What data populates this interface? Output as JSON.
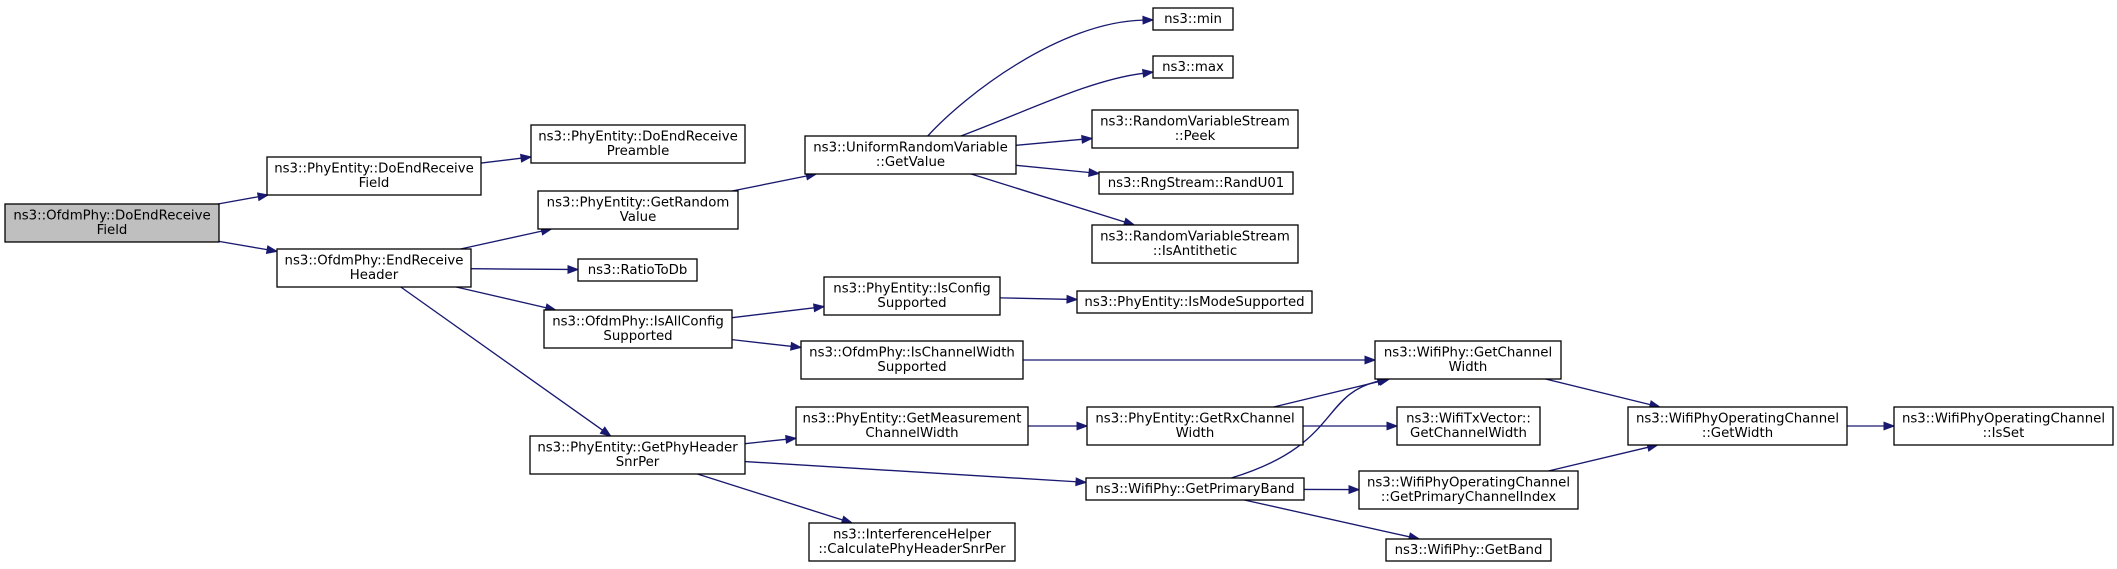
{
  "colors": {
    "edge": "#191970",
    "root_fill": "#bfbfbf",
    "node_fill": "#ffffff",
    "node_border": "#000000"
  },
  "nodes": [
    {
      "id": "root",
      "lines": [
        "ns3::OfdmPhy::DoEndReceive",
        "Field"
      ]
    },
    {
      "id": "pe_doendreceivefield",
      "lines": [
        "ns3::PhyEntity::DoEndReceive",
        "Field"
      ]
    },
    {
      "id": "pe_doendreceivepreamble",
      "lines": [
        "ns3::PhyEntity::DoEndReceive",
        "Preamble"
      ]
    },
    {
      "id": "ofdm_endreceiveheader",
      "lines": [
        "ns3::OfdmPhy::EndReceive",
        "Header"
      ]
    },
    {
      "id": "pe_getrandomvalue",
      "lines": [
        "ns3::PhyEntity::GetRandom",
        "Value"
      ]
    },
    {
      "id": "ratiotodb",
      "lines": [
        "ns3::RatioToDb"
      ]
    },
    {
      "id": "ofdm_isallconfigsupported",
      "lines": [
        "ns3::OfdmPhy::IsAllConfig",
        "Supported"
      ]
    },
    {
      "id": "pe_getphyheadersnrper",
      "lines": [
        "ns3::PhyEntity::GetPhyHeader",
        "SnrPer"
      ]
    },
    {
      "id": "urv_getvalue",
      "lines": [
        "ns3::UniformRandomVariable",
        "::GetValue"
      ]
    },
    {
      "id": "min",
      "lines": [
        "ns3::min"
      ]
    },
    {
      "id": "max",
      "lines": [
        "ns3::max"
      ]
    },
    {
      "id": "rvs_peek",
      "lines": [
        "ns3::RandomVariableStream",
        "::Peek"
      ]
    },
    {
      "id": "rngstream_randu01",
      "lines": [
        "ns3::RngStream::RandU01"
      ]
    },
    {
      "id": "rvs_isantithetic",
      "lines": [
        "ns3::RandomVariableStream",
        "::IsAntithetic"
      ]
    },
    {
      "id": "pe_isconfigsupported",
      "lines": [
        "ns3::PhyEntity::IsConfig",
        "Supported"
      ]
    },
    {
      "id": "pe_ismodesupported",
      "lines": [
        "ns3::PhyEntity::IsModeSupported"
      ]
    },
    {
      "id": "ofdm_ischannelwidthsupported",
      "lines": [
        "ns3::OfdmPhy::IsChannelWidth",
        "Supported"
      ]
    },
    {
      "id": "pe_getmeasurementchannelwidth",
      "lines": [
        "ns3::PhyEntity::GetMeasurement",
        "ChannelWidth"
      ]
    },
    {
      "id": "ih_calculatephyheadersnrper",
      "lines": [
        "ns3::InterferenceHelper",
        "::CalculatePhyHeaderSnrPer"
      ]
    },
    {
      "id": "pe_getrxchannelwidth",
      "lines": [
        "ns3::PhyEntity::GetRxChannel",
        "Width"
      ]
    },
    {
      "id": "wp_getprimaryband",
      "lines": [
        "ns3::WifiPhy::GetPrimaryBand"
      ]
    },
    {
      "id": "wp_getchannelwidth",
      "lines": [
        "ns3::WifiPhy::GetChannel",
        "Width"
      ]
    },
    {
      "id": "wtx_getchannelwidth",
      "lines": [
        "ns3::WifiTxVector::",
        "GetChannelWidth"
      ]
    },
    {
      "id": "wpoc_getprimarychannelindex",
      "lines": [
        "ns3::WifiPhyOperatingChannel",
        "::GetPrimaryChannelIndex"
      ]
    },
    {
      "id": "wp_getband",
      "lines": [
        "ns3::WifiPhy::GetBand"
      ]
    },
    {
      "id": "wpoc_getwidth",
      "lines": [
        "ns3::WifiPhyOperatingChannel",
        "::GetWidth"
      ]
    },
    {
      "id": "wpoc_isset",
      "lines": [
        "ns3::WifiPhyOperatingChannel",
        "::IsSet"
      ]
    }
  ],
  "edges": [
    [
      "root",
      "pe_doendreceivefield"
    ],
    [
      "root",
      "ofdm_endreceiveheader"
    ],
    [
      "pe_doendreceivefield",
      "pe_doendreceivepreamble"
    ],
    [
      "ofdm_endreceiveheader",
      "pe_getrandomvalue"
    ],
    [
      "ofdm_endreceiveheader",
      "ratiotodb"
    ],
    [
      "ofdm_endreceiveheader",
      "ofdm_isallconfigsupported"
    ],
    [
      "ofdm_endreceiveheader",
      "pe_getphyheadersnrper"
    ],
    [
      "pe_getrandomvalue",
      "urv_getvalue"
    ],
    [
      "urv_getvalue",
      "min"
    ],
    [
      "urv_getvalue",
      "max"
    ],
    [
      "urv_getvalue",
      "rvs_peek"
    ],
    [
      "urv_getvalue",
      "rngstream_randu01"
    ],
    [
      "urv_getvalue",
      "rvs_isantithetic"
    ],
    [
      "ofdm_isallconfigsupported",
      "pe_isconfigsupported"
    ],
    [
      "ofdm_isallconfigsupported",
      "ofdm_ischannelwidthsupported"
    ],
    [
      "pe_isconfigsupported",
      "pe_ismodesupported"
    ],
    [
      "ofdm_ischannelwidthsupported",
      "wp_getchannelwidth"
    ],
    [
      "pe_getphyheadersnrper",
      "pe_getmeasurementchannelwidth"
    ],
    [
      "pe_getphyheadersnrper",
      "wp_getprimaryband"
    ],
    [
      "pe_getphyheadersnrper",
      "ih_calculatephyheadersnrper"
    ],
    [
      "pe_getmeasurementchannelwidth",
      "pe_getrxchannelwidth"
    ],
    [
      "pe_getrxchannelwidth",
      "wp_getchannelwidth"
    ],
    [
      "pe_getrxchannelwidth",
      "wtx_getchannelwidth"
    ],
    [
      "wp_getprimaryband",
      "wp_getchannelwidth"
    ],
    [
      "wp_getprimaryband",
      "wpoc_getprimarychannelindex"
    ],
    [
      "wp_getprimaryband",
      "wp_getband"
    ],
    [
      "wp_getchannelwidth",
      "wpoc_getwidth"
    ],
    [
      "wpoc_getprimarychannelindex",
      "wpoc_getwidth"
    ],
    [
      "wpoc_getwidth",
      "wpoc_isset"
    ]
  ]
}
